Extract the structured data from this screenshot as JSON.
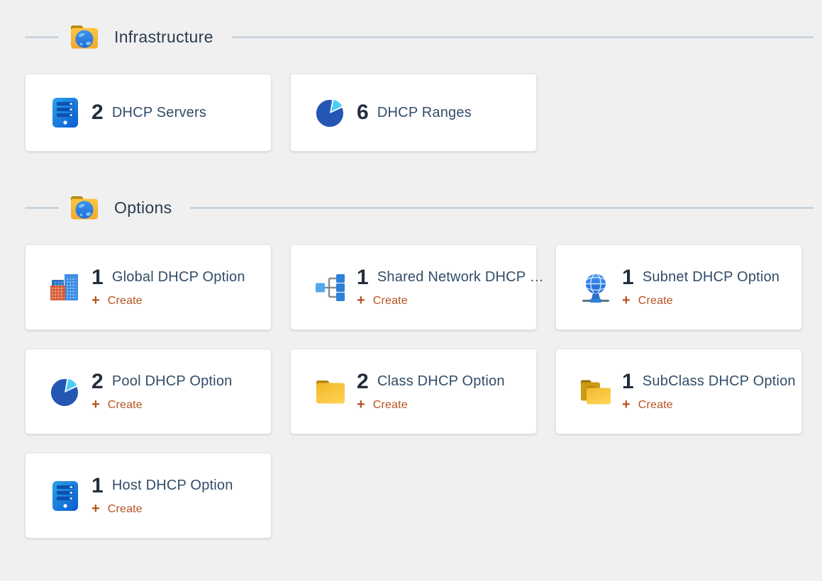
{
  "sections": [
    {
      "title": "Infrastructure",
      "icon": "folder-globe-icon",
      "cards": [
        {
          "icon": "server-icon",
          "count": "2",
          "label": "DHCP Servers"
        },
        {
          "icon": "pie-chart-icon",
          "count": "6",
          "label": "DHCP Ranges"
        }
      ]
    },
    {
      "title": "Options",
      "icon": "folder-globe-icon",
      "cards": [
        {
          "icon": "city-buildings-icon",
          "count": "1",
          "label": "Global DHCP Option",
          "create_label": "Create"
        },
        {
          "icon": "network-tree-icon",
          "count": "1",
          "label": "Shared Network DHCP …",
          "create_label": "Create"
        },
        {
          "icon": "globe-stand-icon",
          "count": "1",
          "label": "Subnet DHCP Option",
          "create_label": "Create"
        },
        {
          "icon": "pie-chart-icon",
          "count": "2",
          "label": "Pool DHCP Option",
          "create_label": "Create"
        },
        {
          "icon": "folder-icon",
          "count": "2",
          "label": "Class DHCP Option",
          "create_label": "Create"
        },
        {
          "icon": "folders-icon",
          "count": "1",
          "label": "SubClass DHCP Option",
          "create_label": "Create"
        },
        {
          "icon": "server-icon",
          "count": "1",
          "label": "Host DHCP Option",
          "create_label": "Create"
        }
      ]
    }
  ],
  "colors": {
    "background": "#f0f0f1",
    "card_background": "#ffffff",
    "card_border": "#e2e6ea",
    "divider": "#c9d4dd",
    "section_title": "#2b3c4e",
    "count_text": "#222e3c",
    "label_text": "#324d68",
    "create_accent": "#b4521f"
  }
}
